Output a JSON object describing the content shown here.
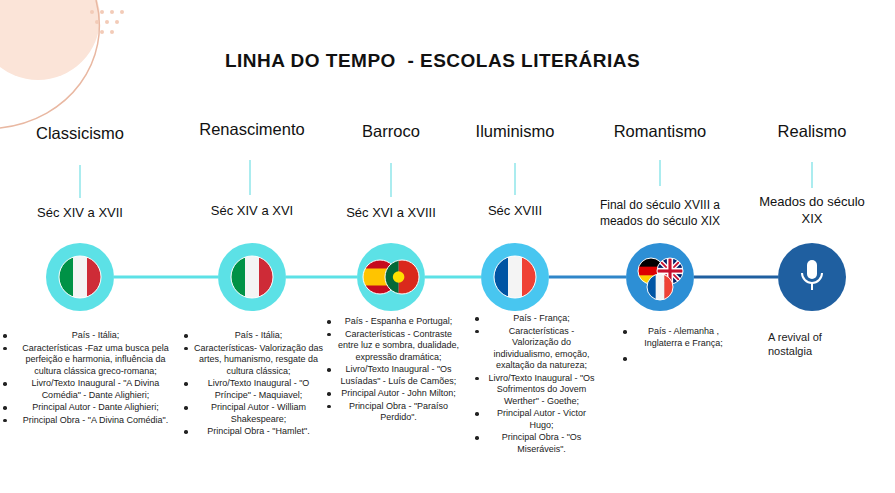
{
  "diagram": {
    "title": "LINHA DO TEMPO  - ESCOLAS LITERÁRIAS",
    "nodes": [
      {
        "text": [
          "Classicismo",
          "Séc XIV a XVII",
          "País - Itália;",
          "Características -Faz uma busca pela perfeição e harmonia, influência da cultura clássica greco-romana;",
          "Livro/Texto Inaugural - \"A Divina Comédia\" - Dante Alighieri;",
          "Principal Autor - Dante Alighieri;",
          "Principal Obra - \"A Divina Comédia\"."
        ]
      },
      {
        "text": [
          "Renascimento",
          "Séc XIV a XVI",
          "País - Itália;",
          "Características- Valorização das artes, humanismo, resgate da cultura clássica;",
          "Livro/Texto Inaugural - \"O Príncipe\" - Maquiavel;",
          "Principal Autor - William Shakespeare;",
          "Principal Obra - \"Hamlet\"."
        ]
      },
      {
        "text": [
          "Barroco",
          "Séc XVI a XVIII",
          "País - Espanha e Portugal;",
          "Características - Contraste entre luz e sombra, dualidade, expressão dramática;",
          "Livro/Texto Inaugural - \"Os Lusíadas\" - Luís de Camões;",
          "Principal Autor - John Milton;",
          "Principal Obra - \"Paraíso Perdido\"."
        ]
      },
      {
        "text": [
          "Iluminismo",
          "Séc XVIII",
          "País - França;",
          "Características - Valorização do individualismo, emoção, exaltação da natureza;",
          "Livro/Texto Inaugural - \"Os Sofrimentos do Jovem Werther\" - Goethe;",
          "Principal Autor - Victor Hugo;",
          "Principal Obra - \"Os Miseráveis\"."
        ]
      },
      {
        "text": [
          "Romantismo",
          "Final do século XVIII a meados do século XIX",
          "País - Alemanha , Inglaterra e França;"
        ]
      },
      {
        "text": [
          "Realismo",
          "Meados do século XIX",
          "A revival of nostalgia"
        ]
      }
    ],
    "edges": [
      {
        "from": 0,
        "to": 1,
        "arrow": "none"
      },
      {
        "from": 1,
        "to": 2,
        "arrow": "none"
      },
      {
        "from": 2,
        "to": 3,
        "arrow": "none"
      },
      {
        "from": 3,
        "to": 4,
        "arrow": "none"
      },
      {
        "from": 4,
        "to": 5,
        "arrow": "none"
      }
    ]
  }
}
